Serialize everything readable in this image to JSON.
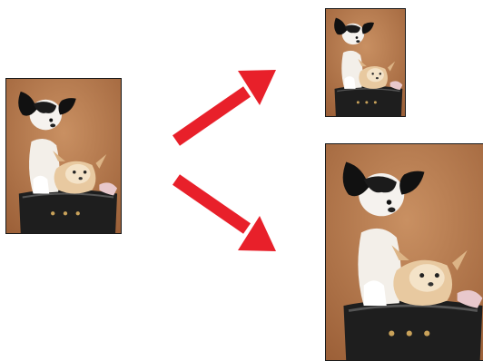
{
  "images": {
    "original": {
      "content": "chihuahua-in-bag-photo"
    },
    "reduced": {
      "content": "chihuahua-in-bag-photo"
    },
    "enlarged": {
      "content": "chihuahua-in-bag-photo"
    }
  },
  "arrows": {
    "up": {
      "icon": "arrow-up-right-icon"
    },
    "down": {
      "icon": "arrow-down-right-icon"
    }
  },
  "colors": {
    "arrow": "#e8202a",
    "background_wall": "#b87a4a",
    "frame": "#1a1a1a"
  }
}
